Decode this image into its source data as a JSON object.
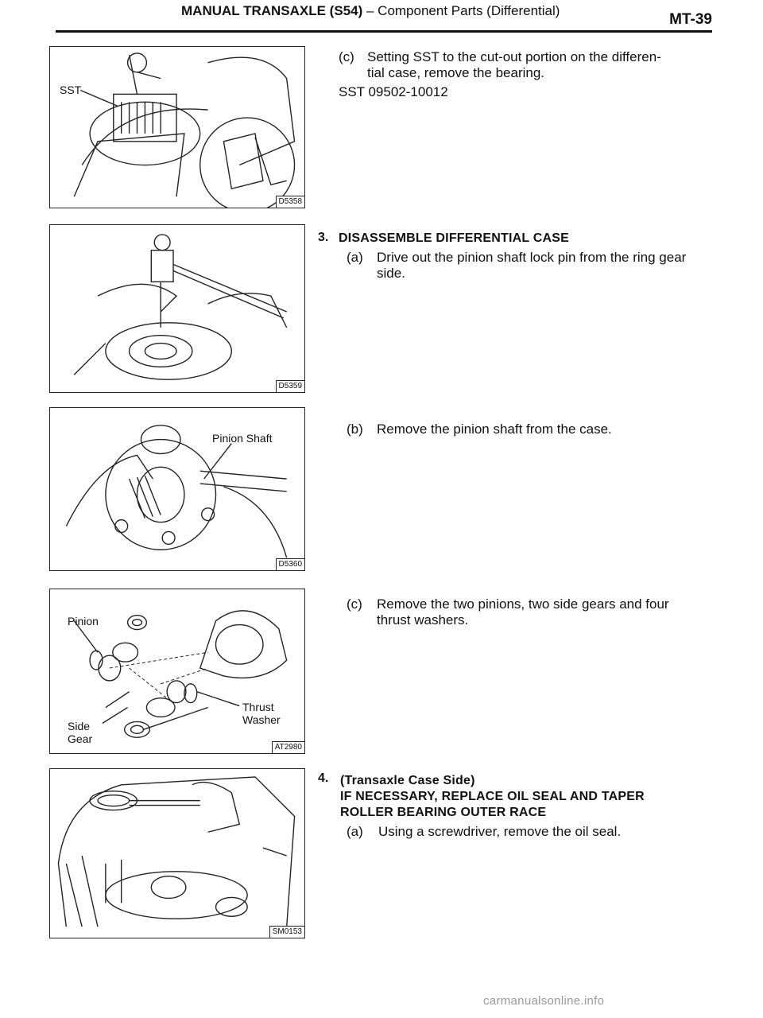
{
  "header": {
    "title_bold": "MANUAL TRANSAXLE (S54)",
    "title_rest": " – Component Parts (Differential)",
    "page": "MT-39"
  },
  "figures": [
    {
      "code": "D5358",
      "labels": [
        "SST"
      ]
    },
    {
      "code": "D5359",
      "labels": []
    },
    {
      "code": "D5360",
      "labels": [
        "Pinion Shaft"
      ]
    },
    {
      "code": "AT2980",
      "labels": [
        "Pinion",
        "Thrust Washer",
        "Side",
        "Gear"
      ]
    },
    {
      "code": "SM0153",
      "labels": []
    }
  ],
  "steps": {
    "c1": {
      "label": "(c)",
      "line1": "Setting SST to the cut-out portion on the differen-",
      "line2": "tial case, remove the bearing.",
      "sst": "SST 09502-10012"
    },
    "s3": {
      "num": "3.",
      "heading": "DISASSEMBLE DIFFERENTIAL CASE"
    },
    "a3": {
      "label": "(a)",
      "line1": "Drive out the pinion shaft lock pin from the ring gear",
      "line2": "side."
    },
    "b3": {
      "label": "(b)",
      "line1": "Remove the pinion shaft from the case."
    },
    "c3": {
      "label": "(c)",
      "line1": "Remove the two pinions, two side gears and four",
      "line2": "thrust washers."
    },
    "s4": {
      "num": "4.",
      "heading1": "(Transaxle Case Side)",
      "heading2": "IF NECESSARY, REPLACE OIL SEAL AND TAPER",
      "heading3": "ROLLER BEARING OUTER RACE"
    },
    "a4": {
      "label": "(a)",
      "line1": "Using a screwdriver, remove the oil seal."
    }
  },
  "footer": "carmanualsonline.info"
}
